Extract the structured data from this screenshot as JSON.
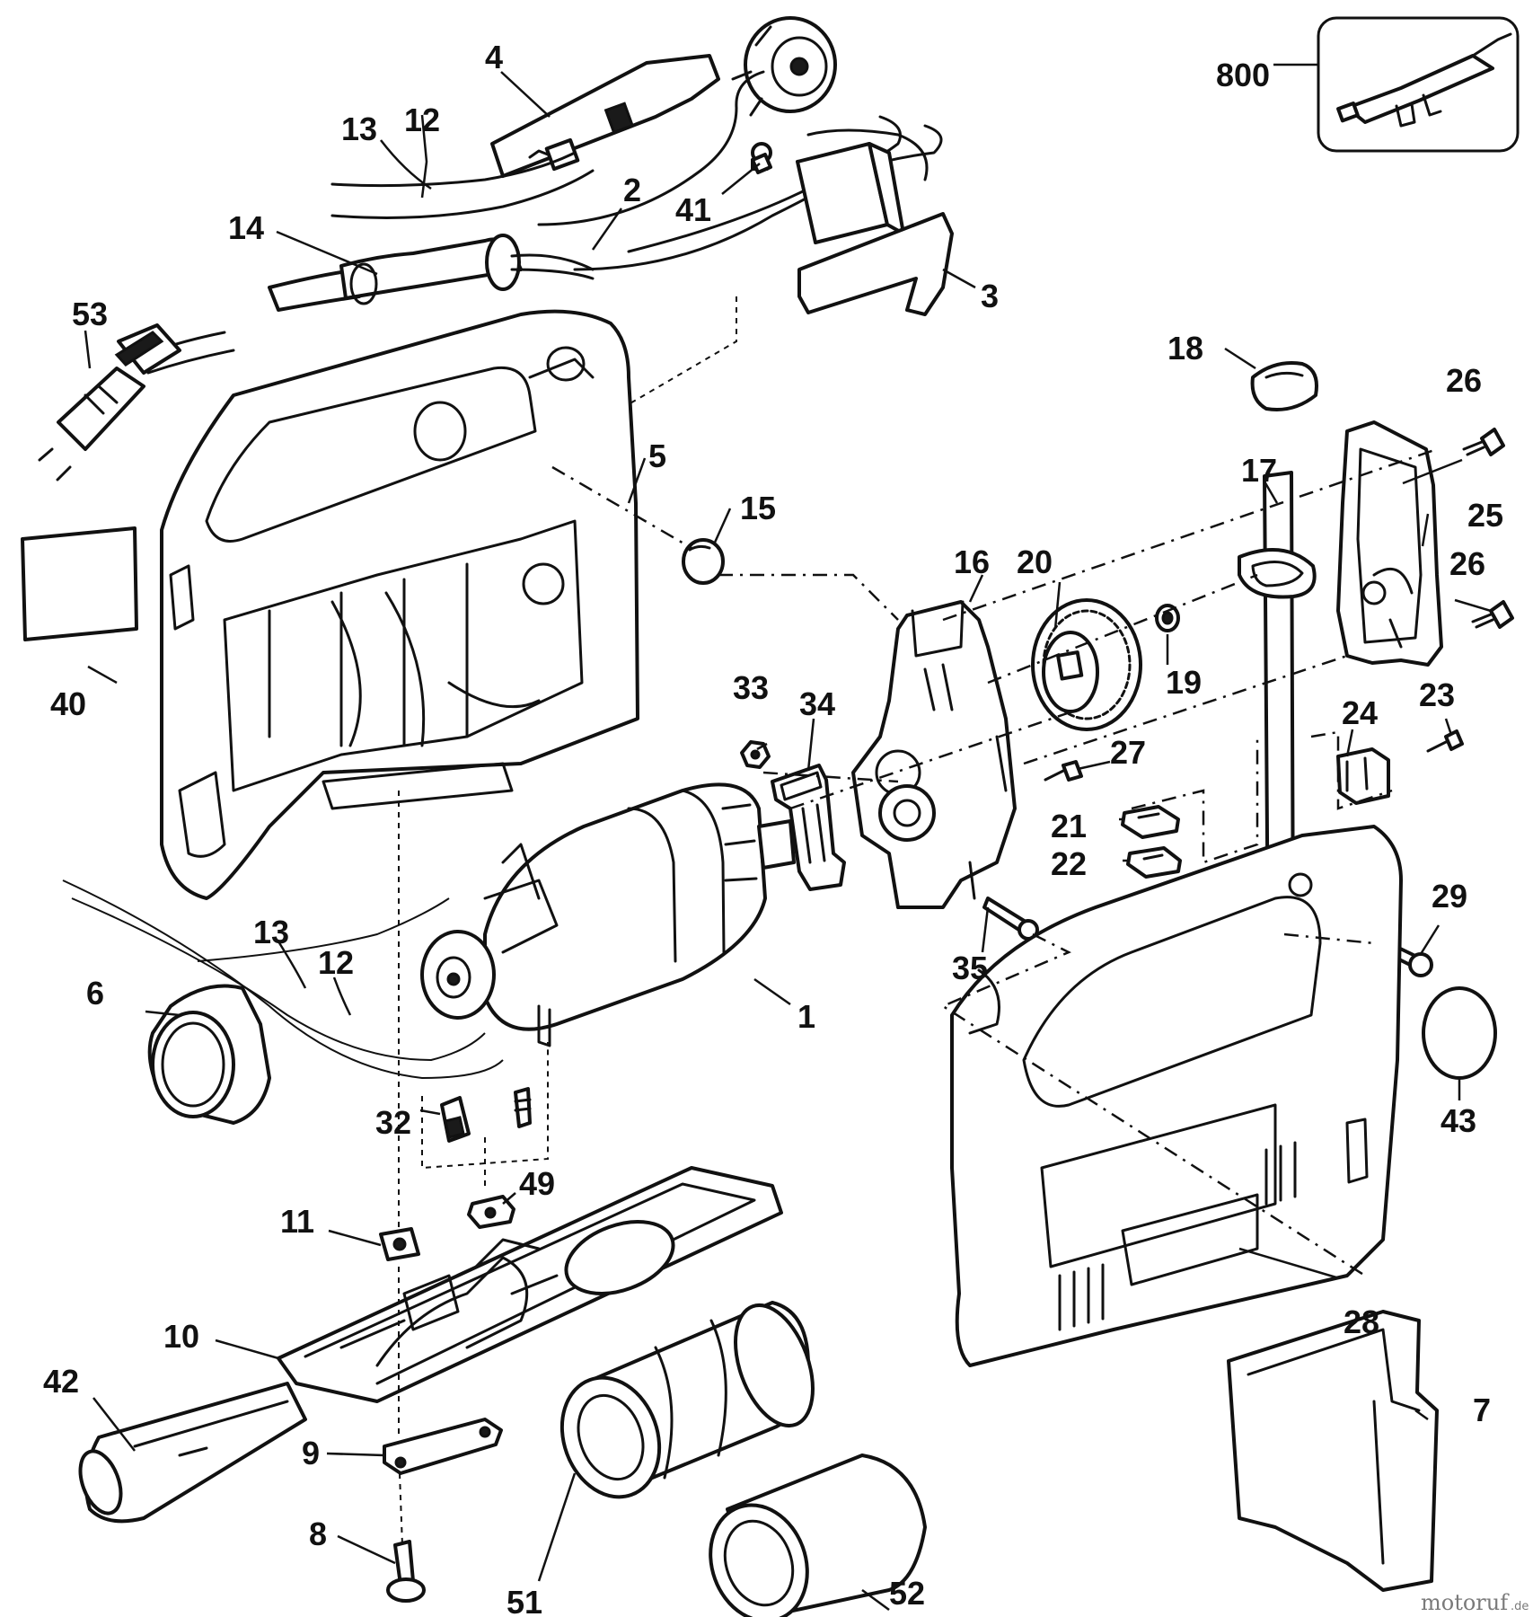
{
  "callouts": [
    {
      "id": "c800",
      "text": "800"
    },
    {
      "id": "c4",
      "text": "4"
    },
    {
      "id": "c13a",
      "text": "13"
    },
    {
      "id": "c12a",
      "text": "12"
    },
    {
      "id": "c2",
      "text": "2"
    },
    {
      "id": "c41",
      "text": "41"
    },
    {
      "id": "c14",
      "text": "14"
    },
    {
      "id": "c3",
      "text": "3"
    },
    {
      "id": "c53",
      "text": "53"
    },
    {
      "id": "c18",
      "text": "18"
    },
    {
      "id": "c26a",
      "text": "26"
    },
    {
      "id": "c5",
      "text": "5"
    },
    {
      "id": "c15",
      "text": "15"
    },
    {
      "id": "c17",
      "text": "17"
    },
    {
      "id": "c25",
      "text": "25"
    },
    {
      "id": "c16",
      "text": "16"
    },
    {
      "id": "c20",
      "text": "20"
    },
    {
      "id": "c26b",
      "text": "26"
    },
    {
      "id": "c40",
      "text": "40"
    },
    {
      "id": "c19",
      "text": "19"
    },
    {
      "id": "c33",
      "text": "33"
    },
    {
      "id": "c34",
      "text": "34"
    },
    {
      "id": "c23",
      "text": "23"
    },
    {
      "id": "c24",
      "text": "24"
    },
    {
      "id": "c27",
      "text": "27"
    },
    {
      "id": "c21",
      "text": "21"
    },
    {
      "id": "c22",
      "text": "22"
    },
    {
      "id": "c29",
      "text": "29"
    },
    {
      "id": "c13b",
      "text": "13"
    },
    {
      "id": "c12b",
      "text": "12"
    },
    {
      "id": "c35",
      "text": "35"
    },
    {
      "id": "c6",
      "text": "6"
    },
    {
      "id": "c1",
      "text": "1"
    },
    {
      "id": "c43",
      "text": "43"
    },
    {
      "id": "c32",
      "text": "32"
    },
    {
      "id": "c49",
      "text": "49"
    },
    {
      "id": "c11",
      "text": "11"
    },
    {
      "id": "c28",
      "text": "28"
    },
    {
      "id": "c10",
      "text": "10"
    },
    {
      "id": "c7",
      "text": "7"
    },
    {
      "id": "c42",
      "text": "42"
    },
    {
      "id": "c9",
      "text": "9"
    },
    {
      "id": "c51",
      "text": "51"
    },
    {
      "id": "c8",
      "text": "8"
    },
    {
      "id": "c52",
      "text": "52"
    }
  ],
  "watermark": {
    "brand": "motoruf",
    "suffix": ".de"
  }
}
